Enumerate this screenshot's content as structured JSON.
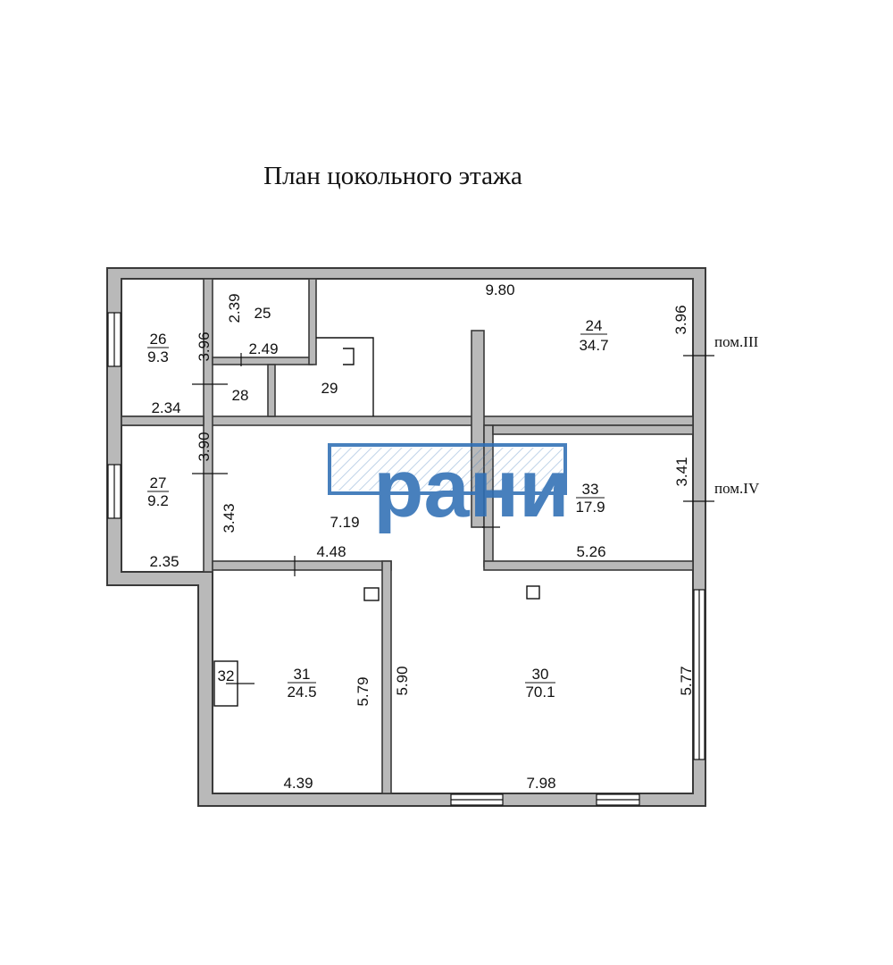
{
  "title": "План  цокольного  этажа",
  "watermark": {
    "text": "рани",
    "color": "#2f6fb5"
  },
  "colors": {
    "wall": "#3a3a3a",
    "wall_fill": "#b9b9b9",
    "line": "#111111"
  },
  "rooms": {
    "r24": {
      "number": "24",
      "area": "34.7"
    },
    "r25": {
      "number": "25"
    },
    "r26": {
      "number": "26",
      "area": "9.3"
    },
    "r27": {
      "number": "27",
      "area": "9.2"
    },
    "r28": {
      "number": "28"
    },
    "r29": {
      "number": "29"
    },
    "r30": {
      "number": "30",
      "area": "70.1"
    },
    "r31": {
      "number": "31",
      "area": "24.5"
    },
    "r32": {
      "number": "32"
    },
    "r33": {
      "number": "33",
      "area": "17.9"
    }
  },
  "dimensions": {
    "d_9_80": "9.80",
    "d_3_96_a": "3.96",
    "d_3_96_b": "3.96",
    "d_2_39": "2.39",
    "d_2_49": "2.49",
    "d_2_34": "2.34",
    "d_3_90": "3.90",
    "d_3_43": "3.43",
    "d_7_19": "7.19",
    "d_3_41": "3.41",
    "d_2_35": "2.35",
    "d_4_48": "4.48",
    "d_5_26": "5.26",
    "d_5_79": "5.79",
    "d_5_90": "5.90",
    "d_5_77": "5.77",
    "d_4_39": "4.39",
    "d_7_98": "7.98"
  },
  "annotations": {
    "pom_III": "пом.III",
    "pom_IV": "пом.IV"
  }
}
